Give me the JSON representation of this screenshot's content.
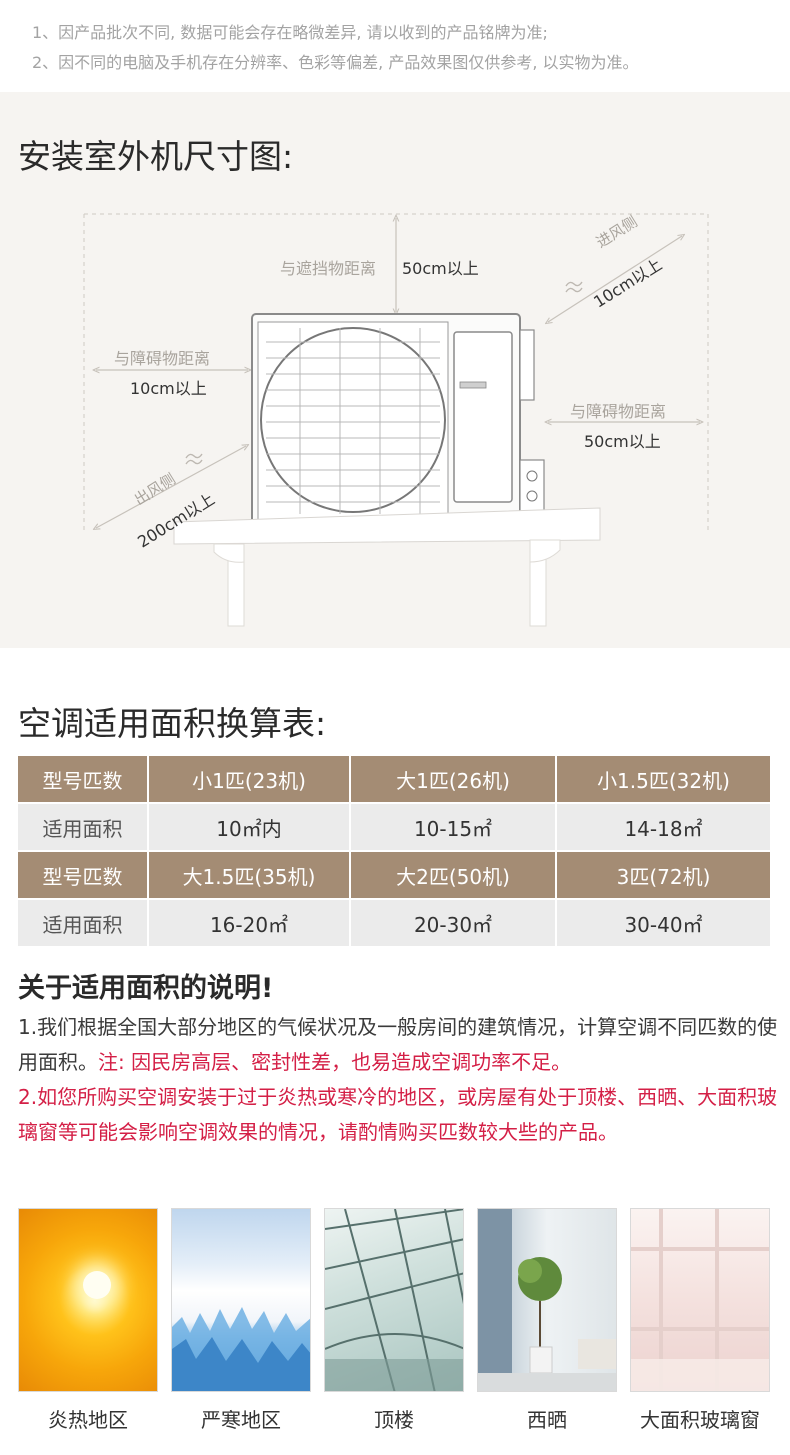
{
  "disclaimer": {
    "line1": "1、因产品批次不同, 数据可能会存在略微差异, 请以收到的产品铭牌为准;",
    "line2": "2、因不同的电脑及手机存在分辨率、色彩等偏差, 产品效果图仅供参考, 以实物为准。"
  },
  "install": {
    "title": "安装室外机尺寸图:",
    "top_label": "与遮挡物距离",
    "top_value": "50cm以上",
    "left_label": "与障碍物距离",
    "left_value": "10cm以上",
    "right_label": "与障碍物距离",
    "right_value": "50cm以上",
    "inlet_label": "进风侧",
    "inlet_value": "10cm以上",
    "outlet_label": "出风侧",
    "outlet_value": "200cm以上"
  },
  "area": {
    "title": "空调适用面积换算表:",
    "rows": [
      {
        "type": "head",
        "cells": [
          "型号匹数",
          "小1匹(23机)",
          "大1匹(26机)",
          "小1.5匹(32机)"
        ]
      },
      {
        "type": "body",
        "cells": [
          "适用面积",
          "10㎡内",
          "10-15㎡",
          "14-18㎡"
        ]
      },
      {
        "type": "head",
        "cells": [
          "型号匹数",
          "大1.5匹(35机)",
          "大2匹(50机)",
          "3匹(72机)"
        ]
      },
      {
        "type": "body",
        "cells": [
          "适用面积",
          "16-20㎡",
          "20-30㎡",
          "30-40㎡"
        ]
      }
    ]
  },
  "notes": {
    "title": "关于适用面积的说明!",
    "p1": "1.我们根据全国大部分地区的气候状况及一般房间的建筑情况，计算空调不同匹数的使用面积。",
    "p1_note": "注: 因民房高层、密封性差，也易造成空调功率不足。",
    "p2": "2.如您所购买空调安装于过于炎热或寒冷的地区，或房屋有处于顶楼、西晒、大面积玻璃窗等可能会影响空调效果的情况，请酌情购买匹数较大些的产品。"
  },
  "cards": [
    {
      "caption": "炎热地区",
      "icon": "sun-icon"
    },
    {
      "caption": "严寒地区",
      "icon": "glacier-icon"
    },
    {
      "caption": "顶楼",
      "icon": "glass-roof-icon"
    },
    {
      "caption": "西晒",
      "icon": "sunny-room-icon"
    },
    {
      "caption": "大面积玻璃窗",
      "icon": "large-window-icon"
    }
  ],
  "colors": {
    "table_head": "#a48c74",
    "table_body": "#ebebeb",
    "note_red": "#d41f46",
    "install_bg": "#f6f4f1"
  }
}
